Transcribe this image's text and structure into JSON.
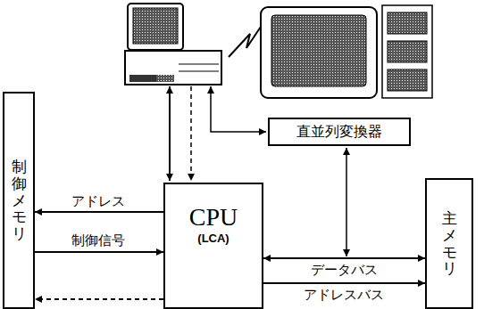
{
  "diagram": {
    "nodes": [
      {
        "text": [
          "制御メモリ"
        ]
      },
      {
        "text": [
          "直並列変換器"
        ]
      },
      {
        "text": [
          "CPU",
          "(LCA)"
        ]
      },
      {
        "text": [
          "主メモリ"
        ]
      }
    ],
    "edges": [
      {
        "from": 2,
        "to": 0,
        "arrow": "to",
        "label": "アドレス"
      },
      {
        "from": 0,
        "to": 2,
        "arrow": "to",
        "label": "制御信号"
      },
      {
        "from": 2,
        "to": 0,
        "arrow": "to"
      },
      {
        "from": 2,
        "to": 3,
        "arrow": "both",
        "label": "データバス"
      },
      {
        "from": 2,
        "to": 3,
        "arrow": "to",
        "label": "アドレスバス"
      }
    ]
  }
}
